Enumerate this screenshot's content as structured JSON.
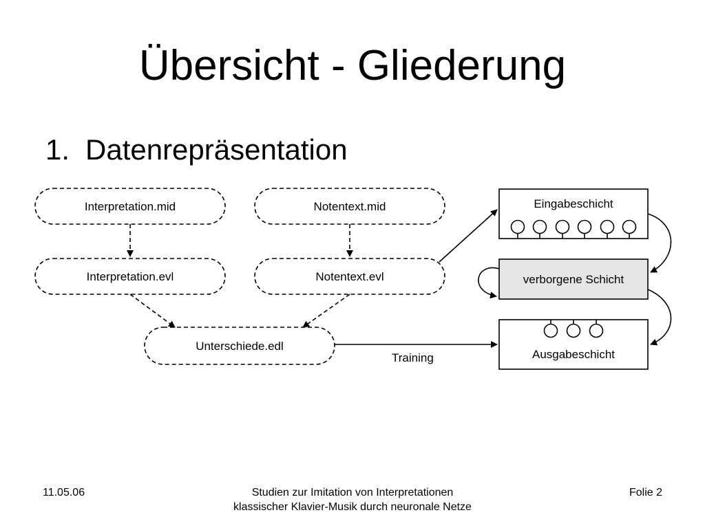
{
  "slide": {
    "title": "Übersicht - Gliederung",
    "outline": {
      "number": "1.",
      "label": "Datenrepräsentation"
    }
  },
  "diagram": {
    "files": {
      "interpretation_mid": "Interpretation.mid",
      "notentext_mid": "Notentext.mid",
      "interpretation_evl": "Interpretation.evl",
      "notentext_evl": "Notentext.evl",
      "unterschiede_edl": "Unterschiede.edl"
    },
    "training_label": "Training",
    "network": {
      "input_layer": "Eingabeschicht",
      "hidden_layer": "verborgene Schicht",
      "output_layer": "Ausgabeschicht",
      "input_neuron_count": 6,
      "output_neuron_count": 3
    },
    "colors": {
      "hidden_layer_fill": "#e6e6e6",
      "stroke": "#000000"
    }
  },
  "footer": {
    "date": "11.05.06",
    "title_line1": "Studien zur Imitation von Interpretationen",
    "title_line2": "klassischer Klavier-Musik durch neuronale Netze",
    "page": "Folie 2"
  }
}
